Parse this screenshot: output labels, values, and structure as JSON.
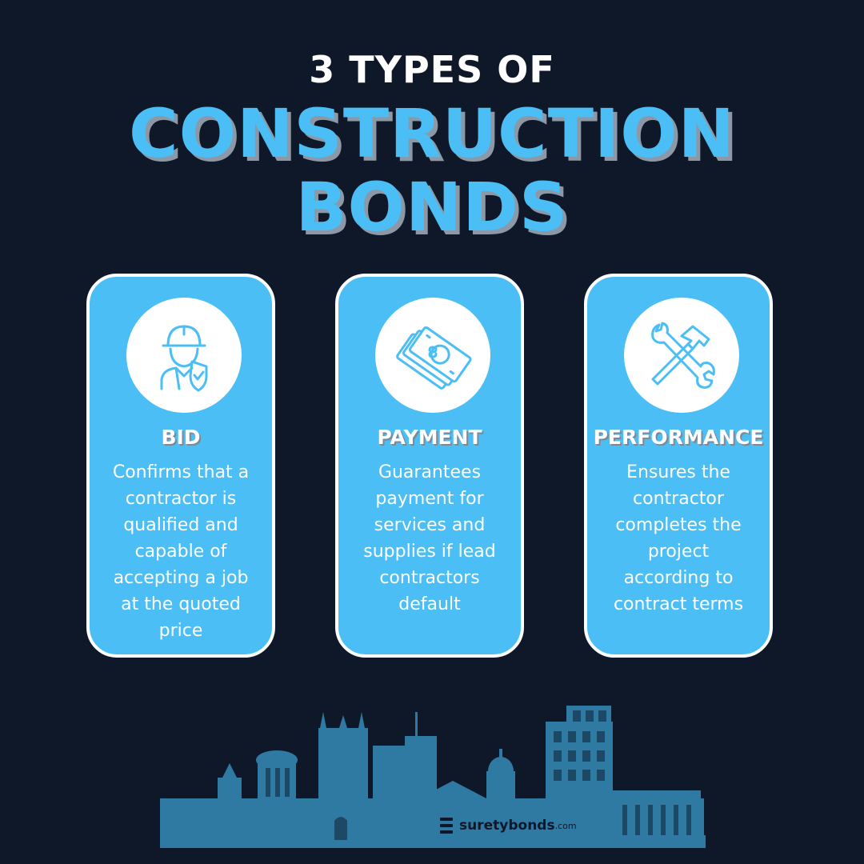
{
  "header": {
    "line1": "3 TYPES OF",
    "line2": "CONSTRUCTION",
    "line3": "BONDS"
  },
  "cards": [
    {
      "title": "BID",
      "icon": "worker-shield-icon",
      "description": "Confirms that a contractor is qualified and capable of accepting a job at the quoted price"
    },
    {
      "title": "PAYMENT",
      "icon": "money-bills-icon",
      "description": "Guarantees payment for services and supplies if lead contractors default"
    },
    {
      "title": "PERFORMANCE",
      "icon": "wrench-hammer-icon",
      "description": "Ensures the contractor completes the project according to contract terms"
    }
  ],
  "brand": {
    "name": "suretybonds",
    "suffix": ".com"
  },
  "colors": {
    "background": "#0e1828",
    "accent": "#4bbef5",
    "skyline": "#2e7aa3"
  }
}
